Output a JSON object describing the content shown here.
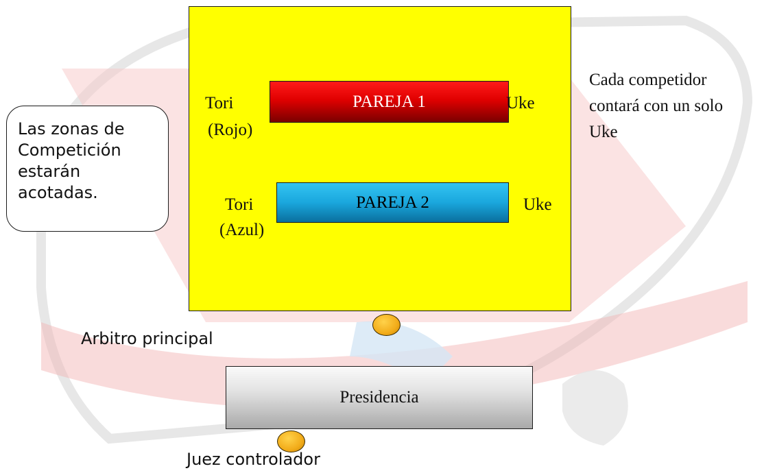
{
  "zone": {
    "pair1": {
      "label": "PAREJA 1",
      "left_top": "Tori",
      "left_bottom": "(Rojo)",
      "right": "Uke"
    },
    "pair2": {
      "label": "PAREJA 2",
      "left_top": "Tori",
      "left_bottom": "(Azul)",
      "right": "Uke"
    }
  },
  "note_right": {
    "line1": "Cada competidor",
    "line2": "contará con un solo",
    "line3": "Uke"
  },
  "callout": {
    "line1": " Las zonas de",
    "line2": "Competición",
    "line3": "estarán",
    "line4": "acotadas."
  },
  "referee": {
    "label": "Arbitro principal"
  },
  "table": {
    "label": "Presidencia"
  },
  "controller": {
    "label": "Juez controlador"
  },
  "colors": {
    "zone": "#ffff00",
    "pair1": "#e00000",
    "pair2": "#1aa7dd",
    "marker": "#f2ac1a",
    "watermark": "#f3b3b3"
  }
}
